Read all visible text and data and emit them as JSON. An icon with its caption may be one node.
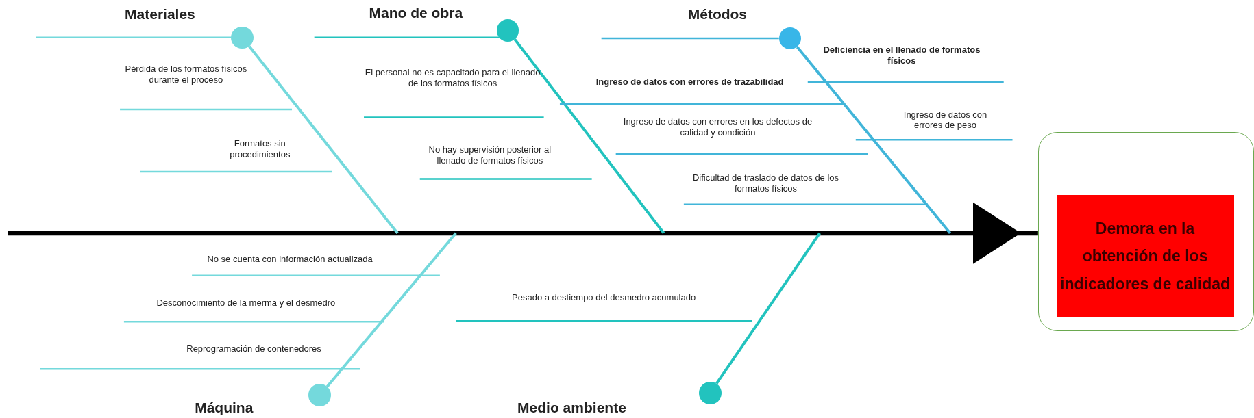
{
  "diagram": {
    "nodes": [
      {
        "text": [
          "Demora en la obtención de los indicadores de calidad"
        ]
      },
      {
        "text": [],
        "shape": "circle",
        "beside": [
          "Materiales"
        ]
      },
      {
        "text": [],
        "shape": "circle",
        "beside": [
          "Mano de obra"
        ]
      },
      {
        "text": [],
        "shape": "circle",
        "beside": [
          "Métodos"
        ]
      },
      {
        "text": [],
        "shape": "circle",
        "beside": [
          "Máquina"
        ]
      },
      {
        "text": [],
        "shape": "circle"
      },
      {
        "text": [
          "Pérdida de los formatos físicos durante el proceso"
        ]
      },
      {
        "text": [
          "Formatos sin procedimientos"
        ]
      },
      {
        "text": [
          "El personal  no es  capacitado para el llenado de los formatos físicos"
        ]
      },
      {
        "text": [
          "No hay supervisión posterior al llenado de formatos físicos"
        ]
      },
      {
        "text": [
          "Deficiencia en el llenado de formatos físicos"
        ]
      },
      {
        "text": [
          "Ingreso de datos con errores de trazabilidad"
        ]
      },
      {
        "text": [
          "Ingreso de datos con errores de peso"
        ]
      },
      {
        "text": [
          "Ingreso de datos con errores en los defectos de calidad y condición"
        ]
      },
      {
        "text": [
          "Dificultad de traslado de datos de los formatos físicos"
        ]
      },
      {
        "text": [
          "No se cuenta con información actualizada"
        ]
      },
      {
        "text": [
          "Desconocimiento de la merma y el desmedro"
        ]
      },
      {
        "text": [
          "Reprogramación de contenedores"
        ]
      },
      {
        "text": [
          "Pesado a destiempo del desmedro acumulado"
        ]
      }
    ],
    "edges": [
      {
        "from": null,
        "to": 0,
        "arrow": "to",
        "style": "thick",
        "color": "#000000"
      },
      {
        "from": null,
        "to": 1,
        "arrow": "none",
        "color": "#74d9dc"
      },
      {
        "from": null,
        "to": 2,
        "arrow": "none",
        "color": "#22c3be"
      },
      {
        "from": null,
        "to": 3,
        "arrow": "none",
        "color": "#41b5d9"
      },
      {
        "from": 1,
        "to": null,
        "arrow": "none",
        "color": "#74d9dc"
      },
      {
        "from": 2,
        "to": null,
        "arrow": "none",
        "color": "#22c3be"
      },
      {
        "from": 3,
        "to": null,
        "arrow": "none",
        "color": "#41b5d9"
      },
      {
        "from": 4,
        "to": null,
        "arrow": "none",
        "color": "#74d9dc"
      },
      {
        "from": 5,
        "to": null,
        "arrow": "none",
        "color": "#22c3be"
      },
      {
        "from": 6,
        "to": null,
        "arrow": "none",
        "color": "#74d9dc"
      },
      {
        "from": 7,
        "to": null,
        "arrow": "none",
        "color": "#74d9dc"
      },
      {
        "from": 8,
        "to": null,
        "arrow": "none",
        "color": "#22c3be"
      },
      {
        "from": 9,
        "to": null,
        "arrow": "none",
        "color": "#22c3be"
      },
      {
        "from": 10,
        "to": null,
        "arrow": "none",
        "color": "#41b5d9"
      },
      {
        "from": 11,
        "to": null,
        "arrow": "none",
        "color": "#41b5d9"
      },
      {
        "from": 12,
        "to": null,
        "arrow": "none",
        "color": "#41b5d9"
      },
      {
        "from": 13,
        "to": null,
        "arrow": "none",
        "color": "#41b5d9"
      },
      {
        "from": 14,
        "to": null,
        "arrow": "none",
        "color": "#41b5d9"
      },
      {
        "from": 15,
        "to": null,
        "arrow": "none",
        "color": "#74d9dc"
      },
      {
        "from": 16,
        "to": null,
        "arrow": "none",
        "color": "#74d9dc"
      },
      {
        "from": 17,
        "to": null,
        "arrow": "none",
        "color": "#74d9dc"
      },
      {
        "from": 18,
        "to": null,
        "arrow": "none",
        "color": "#22c3be"
      }
    ],
    "labels": [
      "Medio ambiente"
    ]
  }
}
